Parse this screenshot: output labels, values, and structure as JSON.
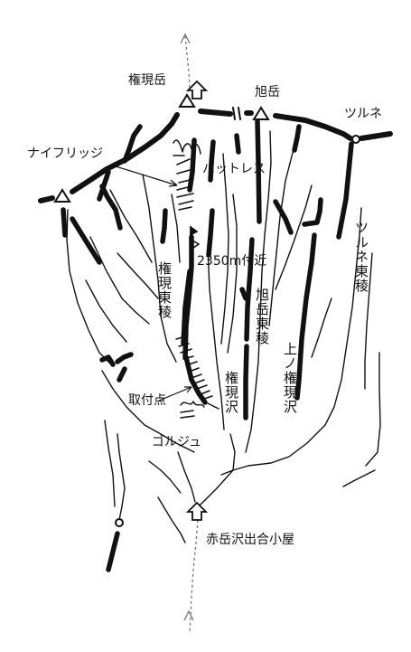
{
  "labels": {
    "gongendake": "権現岳",
    "asahidake": "旭岳",
    "tsurune": "ツルネ",
    "knife_ridge": "ナイフリッジ",
    "buttress": "バットレス",
    "near_2350": "2350m付近",
    "gongen_east_ridge": "権現東稜",
    "asahidake_east_ridge": "旭岳東稜",
    "tsurune_east_ridge": "ツルネ東稜",
    "gongen_sawa": "権現沢",
    "kaminogongen_sawa": "上ノ権現沢",
    "toritsuki": "取付点",
    "gorge": "ゴルジュ",
    "hut": "赤岳沢出合小屋"
  },
  "icons": {
    "summit": "triangle-icon",
    "peak_marker": "house-arrow-icon",
    "col": "circle-icon",
    "flag": "flag-icon",
    "trail": "dotted-arrow-icon"
  },
  "colors": {
    "ink": "#111111",
    "paper": "#ffffff"
  }
}
